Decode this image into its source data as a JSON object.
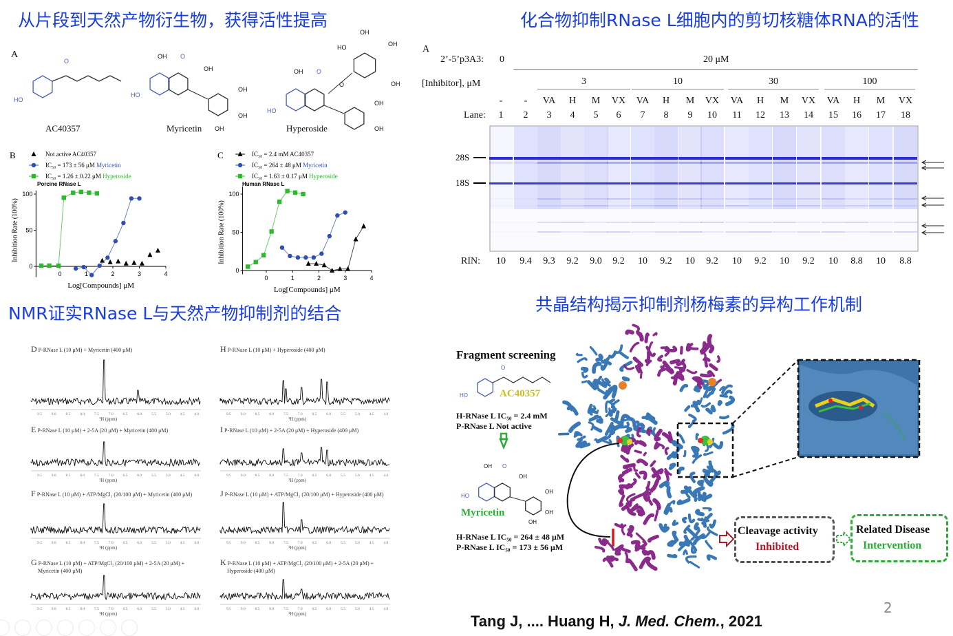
{
  "titles": {
    "top_left": "从片段到天然产物衍生物，获得活性提高",
    "top_right": "化合物抑制RNase L细胞内的剪切核糖体RNA的活性",
    "mid_left": "NMR证实RNase L与天然产物抑制剂的结合",
    "mid_right": "共晶结构揭示抑制剂杨梅素的异构工作机制"
  },
  "panel_a": {
    "letter": "A",
    "compounds": [
      "AC40357",
      "Myricetin",
      "Hyperoside"
    ],
    "atoms": {
      "oh": "OH",
      "ho": "HO",
      "o": "O"
    }
  },
  "chart_data": [
    {
      "type": "scatter",
      "panel": "B",
      "title": "Porcine RNase L",
      "xlabel": "Log[Compounds]  μM",
      "ylabel": "Inhibition Rate (100%)",
      "xlim": [
        -0.9,
        4
      ],
      "ylim": [
        -15,
        105
      ],
      "xticks": [
        0,
        1,
        2,
        3,
        4
      ],
      "yticks": [
        0,
        50,
        100
      ],
      "legend": "top-left",
      "series": [
        {
          "name": "AC40357",
          "legend": "Not active",
          "marker": "triangle",
          "color": "#000000",
          "x": [
            1.6,
            1.9,
            2.2,
            2.5,
            2.8,
            3.1,
            3.4,
            3.7
          ],
          "y": [
            8,
            6,
            7,
            4,
            5,
            4,
            16,
            22
          ]
        },
        {
          "name": "Myricetin",
          "legend": "IC₅₀ = 173 ± 56 μM",
          "marker": "circle",
          "color": "#2f4fb0",
          "x": [
            0.6,
            0.9,
            1.2,
            1.5,
            1.8,
            2.1,
            2.4,
            2.7,
            3.0
          ],
          "y": [
            -3,
            -1,
            -12,
            1,
            12,
            35,
            60,
            94,
            94
          ]
        },
        {
          "name": "Hyperoside",
          "legend": "IC₅₀ = 1.26 ± 0.22 μM",
          "marker": "square",
          "color": "#2eb82e",
          "x": [
            -0.7,
            -0.4,
            -0.05,
            0.15,
            0.5,
            0.8,
            1.1,
            1.4
          ],
          "y": [
            1,
            1,
            1,
            95,
            102,
            103,
            102,
            101
          ]
        }
      ]
    },
    {
      "type": "scatter",
      "panel": "C",
      "title": "Human RNase L",
      "xlabel": "Log[Compounds]  μM",
      "ylabel": "Inhibition Rate (100%)",
      "xlim": [
        -0.9,
        4
      ],
      "ylim": [
        -5,
        110
      ],
      "xticks": [
        0,
        1,
        2,
        3,
        4
      ],
      "yticks": [
        0,
        50,
        100
      ],
      "legend": "top-left",
      "series": [
        {
          "name": "AC40357",
          "legend": "IC₅₀ = 2.4 mM",
          "marker": "triangle",
          "color": "#000000",
          "x": [
            1.6,
            1.9,
            2.2,
            2.5,
            2.8,
            3.1,
            3.4,
            3.7
          ],
          "y": [
            9,
            9,
            7,
            0,
            2,
            2,
            41,
            58
          ]
        },
        {
          "name": "Myricetin",
          "legend": "IC₅₀ = 264 ± 48 μM",
          "marker": "circle",
          "color": "#2f4fb0",
          "x": [
            0.6,
            0.9,
            1.2,
            1.5,
            1.8,
            2.1,
            2.4,
            2.7,
            3.0
          ],
          "y": [
            30,
            19,
            17,
            17,
            17,
            22,
            45,
            72,
            76
          ]
        },
        {
          "name": "Hyperoside",
          "legend": "IC₅₀ = 1.63 ± 0.17 μM",
          "marker": "square",
          "color": "#2eb82e",
          "x": [
            -0.7,
            -0.4,
            -0.1,
            0.2,
            0.5,
            0.8,
            1.1,
            1.4
          ],
          "y": [
            5,
            11,
            20,
            51,
            90,
            104,
            102,
            100
          ]
        }
      ]
    }
  ],
  "gel": {
    "letter": "A",
    "p3a3_label": "2’-5’p3A3:",
    "p3a3_zero": "0",
    "p3a3_conc": "20 μM",
    "inhibitor_label": "[Inhibitor], μM",
    "groups": [
      "3",
      "10",
      "30",
      "100"
    ],
    "treatments": [
      "-",
      "-",
      "VA",
      "H",
      "M",
      "VX",
      "VA",
      "H",
      "M",
      "VX",
      "VA",
      "H",
      "M",
      "VX",
      "VA",
      "H",
      "M",
      "VX"
    ],
    "lane_label": "Lane:",
    "lanes": [
      "1",
      "2",
      "3",
      "4",
      "5",
      "6",
      "7",
      "8",
      "9",
      "10",
      "11",
      "12",
      "13",
      "14",
      "15",
      "16",
      "17",
      "18"
    ],
    "bands": [
      "28S",
      "18S"
    ],
    "rin_label": "RIN:",
    "rin": [
      "10",
      "9.4",
      "9.3",
      "9.2",
      "9.0",
      "9.2",
      "10",
      "9.2",
      "10",
      "9.2",
      "10",
      "9.2",
      "10",
      "9.2",
      "10",
      "8.8",
      "10",
      "8.8"
    ]
  },
  "nmr": {
    "axis_label": "¹H (ppm)",
    "ticks": [
      "9.5",
      "9.0",
      "8.5",
      "8.0",
      "7.5",
      "7.0",
      "6.5",
      "6.0",
      "5.5",
      "5.0",
      "4.5",
      "4.0"
    ],
    "panels": [
      {
        "letter": "D",
        "text": "P-RNase L (10 μM) + Myricetin (400 μM)",
        "peaks": [
          [
            7.25,
            60
          ],
          [
            6.05,
            16
          ]
        ]
      },
      {
        "letter": "H",
        "text": "P-RNase L (10 μM) + Hyperoside (400 μM)",
        "peaks": [
          [
            7.6,
            30
          ],
          [
            7.5,
            18
          ],
          [
            6.95,
            20
          ],
          [
            6.25,
            32
          ],
          [
            6.05,
            28
          ]
        ]
      },
      {
        "letter": "E",
        "text": "P-RNase L (10 μM) + 2-5A (20 μM) +  Myricetin (400 μM)",
        "peaks": [
          [
            7.25,
            30
          ]
        ]
      },
      {
        "letter": "I",
        "text": "P-RNase L (10 μM) + 2-5A (20 μM) + Hyperoside (400 μM)",
        "peaks": [
          [
            7.6,
            20
          ],
          [
            6.95,
            14
          ],
          [
            6.25,
            22
          ],
          [
            6.05,
            18
          ]
        ]
      },
      {
        "letter": "F",
        "text": "P-RNase L (10 μM) + ATP/MgCl₂ (20/100 μM) + Myricetin (400 μM)",
        "peaks": [
          [
            7.25,
            38
          ]
        ]
      },
      {
        "letter": "J",
        "text": "P-RNase L (10 μM) + ATP/MgCl₂ (20/100 μM)  + Hyperoside (400 μM)",
        "peaks": [
          [
            7.6,
            40
          ],
          [
            6.95,
            15
          ]
        ]
      },
      {
        "letter": "G",
        "text": "P-RNase L (10 μM) + ATP/MgCl₂ (20/100 μM) + 2-5A (20 μM) +",
        "text2": "Myricetin (400 μM)",
        "peaks": [
          [
            7.25,
            30
          ]
        ]
      },
      {
        "letter": "K",
        "text": "P-RNase L (10 μM) + ATP/MgCl₂ (20/100 μM) + 2-5A (20 μM) +",
        "text2": "Hyperoside (400 μM)",
        "peaks": [
          [
            7.6,
            24
          ],
          [
            6.95,
            10
          ]
        ]
      }
    ]
  },
  "mechanism": {
    "fragment_title": "Fragment screening",
    "fragment_name": "AC40357",
    "fragment_ic1": "H-RNase L IC₅₀ = 2.4 mM",
    "fragment_ic2": "P-RNase L Not active",
    "lead_name": "Myricetin",
    "lead_ic1": "H-RNase L IC₅₀ = 264 ± 48 μM",
    "lead_ic2": "P-RNase L IC₅₀ = 173 ± 56 μM",
    "box1_line1": "Cleavage activity",
    "box1_line2": "Inhibited",
    "box2_line1": "Related Disease",
    "box2_line2": "Intervention"
  },
  "citation": {
    "authors": "Tang J, .... Huang H, ",
    "journal": "J. Med. Chem.",
    "year": ", 2021"
  },
  "page_number": "2",
  "colors": {
    "title": "#1a3fe0",
    "myricetin": "#2f4fb0",
    "hyperoside": "#2eb82e",
    "ac40357_label": "#c8c01a",
    "inhibited": "#a81c2c",
    "intervention": "#2eaa3a",
    "protein_blue": "#3a78b5",
    "protein_purple": "#8a2a8a"
  },
  "slideshow_controls": [
    "previous-icon",
    "next-icon",
    "pen-icon",
    "slides-icon",
    "zoom-icon",
    "subtitles-icon",
    "more-icon"
  ]
}
